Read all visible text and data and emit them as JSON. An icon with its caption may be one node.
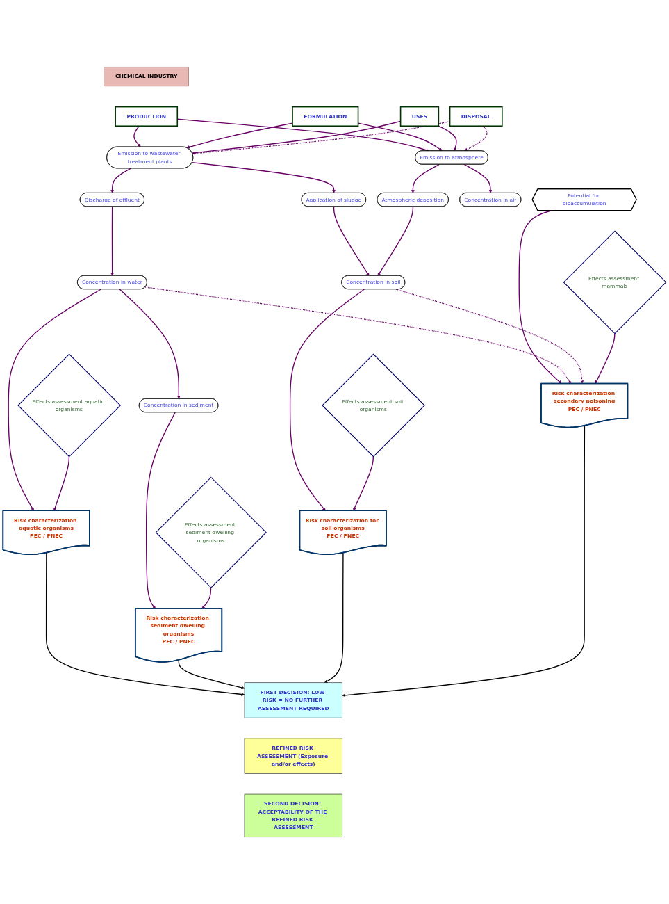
{
  "diagram": {
    "nodes": [
      {
        "text": [
          "CHEMICAL INDUSTRY"
        ]
      },
      {
        "text": [
          "PRODUCTION"
        ]
      },
      {
        "text": [
          "FORMULATION"
        ]
      },
      {
        "text": [
          "USES"
        ]
      },
      {
        "text": [
          "DISPOSAL"
        ]
      },
      {
        "text": [
          "Emission to atmosphere"
        ]
      },
      {
        "text": [
          "Emission to wastewater treatment plants"
        ]
      },
      {
        "text": [
          "Discharge of effluent"
        ]
      },
      {
        "text": [
          "Application of sludge"
        ]
      },
      {
        "text": [
          "Atmospheric deposition"
        ]
      },
      {
        "text": [
          "Concentration in air"
        ]
      },
      {
        "text": [
          "Concentration in water"
        ]
      },
      {
        "text": [
          "Concentration in sediment"
        ]
      },
      {
        "text": [
          "Concentration in soil"
        ]
      },
      {
        "text": [
          "Potential for bioaccumulation"
        ]
      },
      {
        "text": [
          "Effects assessment aquatic organisms"
        ]
      },
      {
        "text": [
          "Effects assessment sediment dwelling organisms"
        ]
      },
      {
        "text": [
          "Effects assessment soil organisms"
        ]
      },
      {
        "text": [
          "Effects assessment mammals"
        ]
      },
      {
        "text": [
          "Risk characterization aquatic organisms",
          "PEC / PNEC"
        ]
      },
      {
        "text": [
          "Risk characterization sediment dwelling organisms",
          "PEC / PNEC"
        ]
      },
      {
        "text": [
          "Risk characterization for soil organisms",
          "PEC / PNEC"
        ]
      },
      {
        "text": [
          "Risk characterization secondary poisoning",
          "PEC / PNEC"
        ]
      },
      {
        "text": [
          "FIRST DECISION: LOW RISK = NO FURTHER ASSESSMENT REQUIRED"
        ]
      },
      {
        "text": [
          "REFINED RISK ASSESSMENT (Exposure and/or effects)"
        ]
      },
      {
        "text": [
          "SECOND DECISION: ACCEPTABILITY OF THE REFINED RISK ASSESSMENT"
        ]
      }
    ],
    "edges": [
      {
        "from": 1,
        "to": 5,
        "arrow": "to"
      },
      {
        "from": 1,
        "to": 6,
        "arrow": "to"
      },
      {
        "from": 2,
        "to": 6,
        "arrow": "to"
      },
      {
        "from": 2,
        "to": 5,
        "arrow": "to"
      },
      {
        "from": 3,
        "to": 6,
        "arrow": "to"
      },
      {
        "from": 3,
        "to": 5,
        "arrow": "to"
      },
      {
        "from": 4,
        "to": 6,
        "arrow": "to",
        "style": "dashed"
      },
      {
        "from": 4,
        "to": 5,
        "arrow": "to",
        "style": "dashed"
      },
      {
        "from": 6,
        "to": 7,
        "arrow": "to"
      },
      {
        "from": 6,
        "to": 8,
        "arrow": "to"
      },
      {
        "from": 5,
        "to": 9,
        "arrow": "to"
      },
      {
        "from": 5,
        "to": 10,
        "arrow": "to"
      },
      {
        "from": 7,
        "to": 11,
        "arrow": "to"
      },
      {
        "from": 11,
        "to": 12,
        "arrow": "to"
      },
      {
        "from": 8,
        "to": 13,
        "arrow": "to"
      },
      {
        "from": 9,
        "to": 13,
        "arrow": "to"
      },
      {
        "from": 11,
        "to": 19,
        "arrow": "to"
      },
      {
        "from": 15,
        "to": 19,
        "arrow": "to"
      },
      {
        "from": 12,
        "to": 20,
        "arrow": "to"
      },
      {
        "from": 16,
        "to": 20,
        "arrow": "to"
      },
      {
        "from": 13,
        "to": 21,
        "arrow": "to"
      },
      {
        "from": 17,
        "to": 21,
        "arrow": "to"
      },
      {
        "from": 14,
        "to": 22,
        "arrow": "to"
      },
      {
        "from": 11,
        "to": 22,
        "arrow": "to",
        "style": "dashed"
      },
      {
        "from": 13,
        "to": 22,
        "arrow": "to",
        "style": "dashed"
      },
      {
        "from": 18,
        "to": 22,
        "arrow": "to"
      },
      {
        "from": 19,
        "to": 23,
        "arrow": "to",
        "color": "#000000"
      },
      {
        "from": 20,
        "to": 23,
        "arrow": "to",
        "color": "#000000"
      },
      {
        "from": 21,
        "to": 23,
        "arrow": "to",
        "color": "#000000"
      },
      {
        "from": 22,
        "to": 23,
        "arrow": "to",
        "color": "#000000"
      }
    ]
  }
}
